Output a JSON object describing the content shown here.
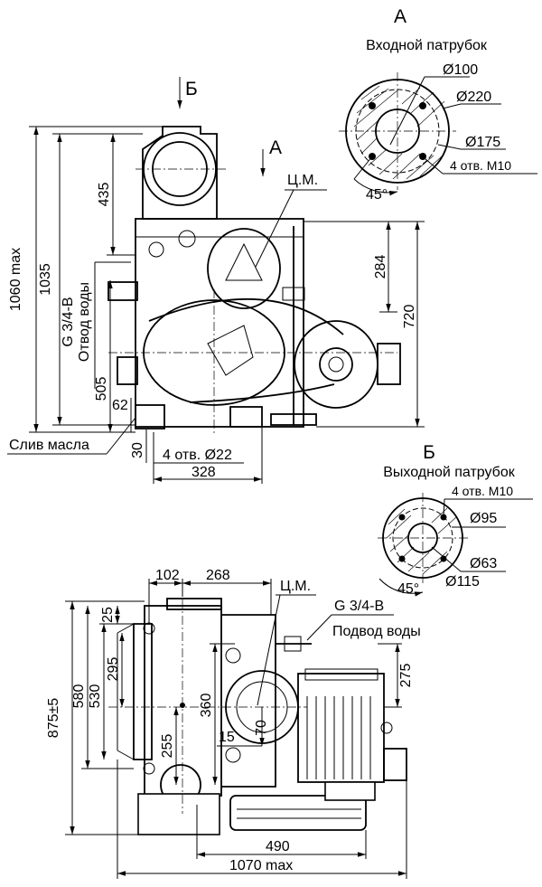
{
  "views": {
    "a": {
      "letter": "А",
      "title": "Входной патрубок",
      "d_bore": "Ø100",
      "d_outer": "Ø220",
      "d_bolt": "Ø175",
      "holes": "4 отв. М10",
      "angle": "45°"
    },
    "b": {
      "letter": "Б",
      "title": "Выходной патрубок",
      "holes": "4 отв. М10",
      "d_bolt": "Ø95",
      "d_bore": "Ø63",
      "d_outer": "Ø115",
      "angle": "45°"
    }
  },
  "front": {
    "arrow_b": "Б",
    "arrow_a": "А",
    "cm": "Ц.М.",
    "dims": {
      "h_total": "1060 max",
      "h_1035": "1035",
      "h_435": "435",
      "h_505": "505",
      "h_62": "62",
      "h_30": "30",
      "h_284": "284",
      "h_720": "720",
      "w_328": "328",
      "holes": "4 отв. Ø22"
    },
    "water_thread": "G 3/4-В",
    "water_label": "Отвод воды",
    "oil_drain": "Слив масла"
  },
  "top": {
    "cm": "Ц.М.",
    "water_thread": "G 3/4-В",
    "water_label": "Подвод воды",
    "dims": {
      "w_102": "102",
      "w_268": "268",
      "h_25": "25",
      "h_295": "295",
      "h_875": "875±5",
      "h_580": "580",
      "h_530": "530",
      "h_360": "360",
      "h_255": "255",
      "h_15": "15",
      "h_70": "70",
      "h_275": "275",
      "w_490": "490",
      "w_1070": "1070 max"
    }
  }
}
